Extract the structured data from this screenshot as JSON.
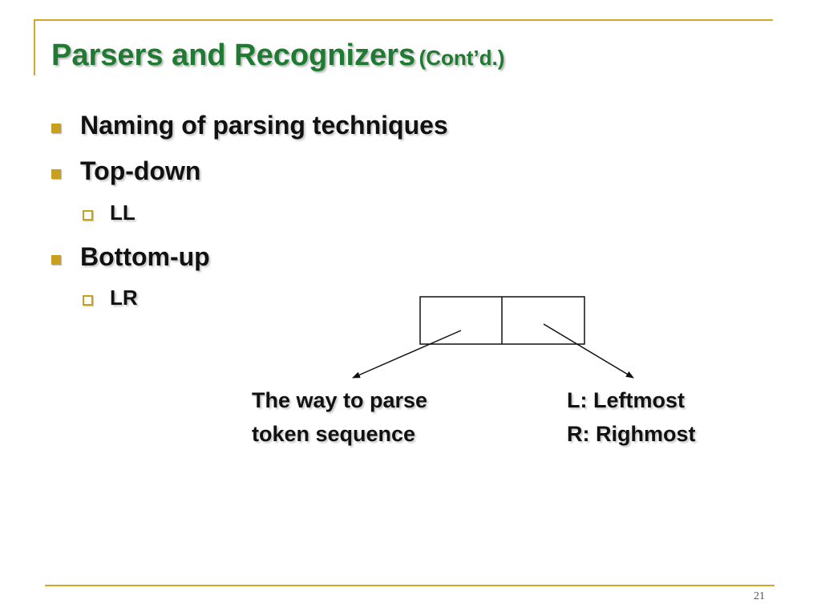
{
  "slide": {
    "title_main": "Parsers and Recognizers",
    "title_sub": "(Cont’d.)",
    "page_number": "21"
  },
  "bullets": [
    {
      "text": "Naming of parsing techniques",
      "level": 1
    },
    {
      "text": "Top-down",
      "level": 1
    },
    {
      "text": "LL",
      "level": 2
    },
    {
      "text": "Bottom-up",
      "level": 1
    },
    {
      "text": "LR",
      "level": 2
    }
  ],
  "annotations": {
    "left": [
      "The way to parse",
      "token sequence"
    ],
    "right": [
      "L: Leftmost",
      "R: Righmost"
    ]
  },
  "colors": {
    "title": "#1f7a32",
    "accent": "#d4a628",
    "bullet": "#c7a01e",
    "text": "#111111"
  }
}
